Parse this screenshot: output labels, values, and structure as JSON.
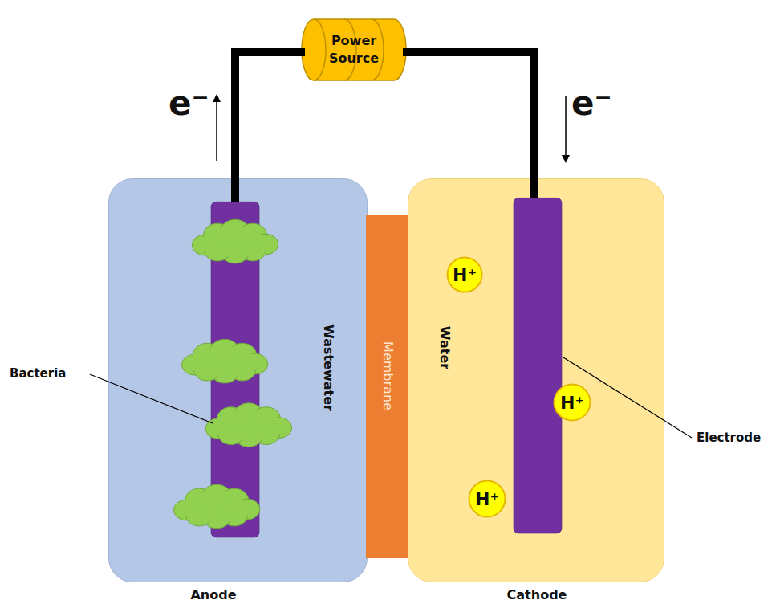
{
  "diagram": {
    "nodes": [
      {
        "text": [
          "Power Source"
        ]
      },
      {
        "text": [
          "Wastewater",
          "Anode"
        ]
      },
      {
        "text": [
          "Membrane"
        ]
      },
      {
        "text": [
          "Water",
          "Cathode"
        ]
      },
      {
        "text": [
          "H⁺"
        ],
        "in": 3
      },
      {
        "text": [
          "H⁺"
        ],
        "in": 3
      },
      {
        "text": [
          "H⁺"
        ],
        "in": 3
      }
    ],
    "labels": [
      "e⁻",
      "e⁻",
      "Bacteria",
      "Electrode"
    ]
  }
}
